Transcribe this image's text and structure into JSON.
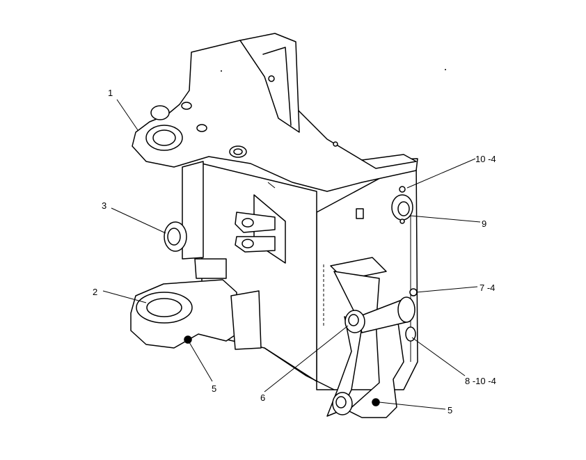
{
  "callouts": [
    {
      "id": "c1",
      "text": "1"
    },
    {
      "id": "c2",
      "text": "2"
    },
    {
      "id": "c3",
      "text": "3"
    },
    {
      "id": "c5a",
      "text": "5"
    },
    {
      "id": "c5b",
      "text": "5"
    },
    {
      "id": "c6",
      "text": "6"
    },
    {
      "id": "c7",
      "text": "7 -4"
    },
    {
      "id": "c8",
      "text": "8 -10 -4"
    },
    {
      "id": "c9",
      "text": "9"
    },
    {
      "id": "c10",
      "text": "10 -4"
    }
  ]
}
